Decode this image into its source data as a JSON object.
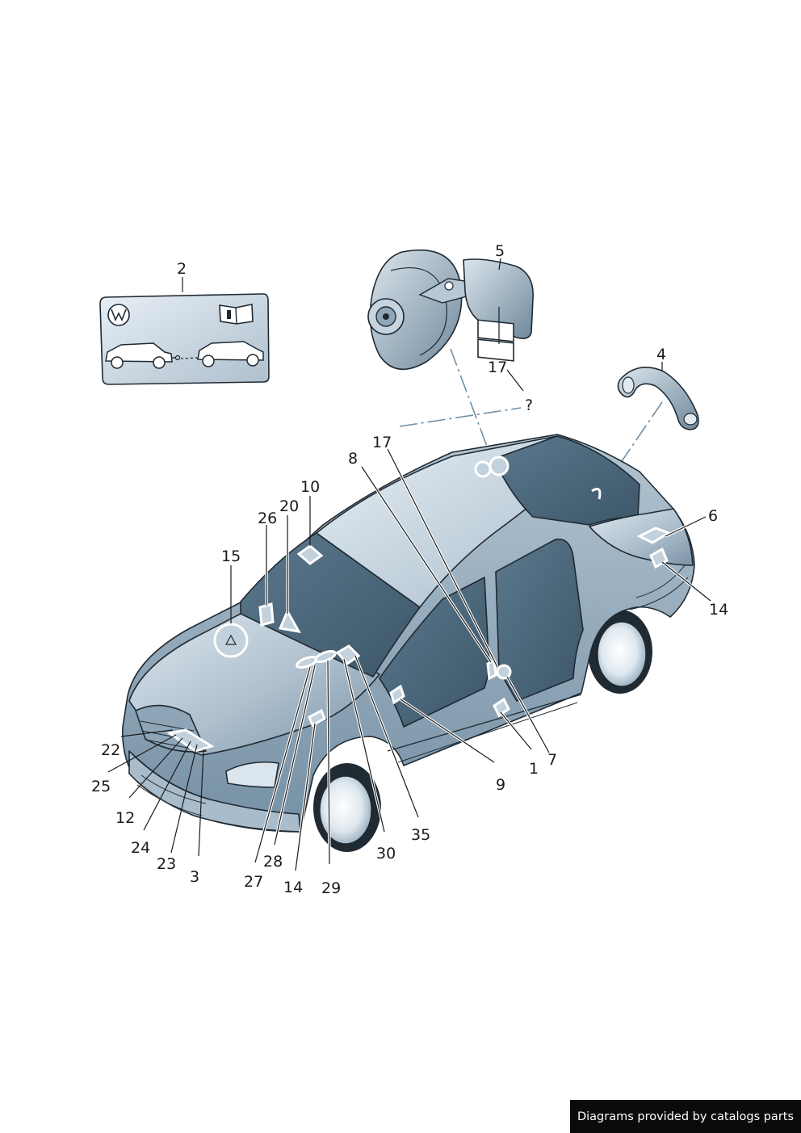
{
  "callouts": {
    "c1": "1",
    "c2": "2",
    "c3": "3",
    "c4": "4",
    "c5": "5",
    "c6": "6",
    "c7": "7",
    "c8": "8",
    "c9": "9",
    "c10": "10",
    "c12": "12",
    "c14a": "14",
    "c14b": "14",
    "c15": "15",
    "c17a": "17",
    "c17b": "17",
    "c20": "20",
    "c22": "22",
    "c23": "23",
    "c24": "24",
    "c25": "25",
    "c26": "26",
    "c27": "27",
    "c28": "28",
    "c29": "29",
    "c30": "30",
    "c35": "35"
  },
  "question_mark": "?",
  "icons": [
    "vw-logo-icon",
    "manual-book-icon",
    "tow-car-icon",
    "towing-car-icon",
    "warning-triangle-icon",
    "fuel-flap-icon",
    "grab-handle-icon"
  ],
  "colors": {
    "body_light": "#c9d7e2",
    "body_mid": "#8fa7b9",
    "body_dark": "#5b7487",
    "glass": "#48657a",
    "outline": "#1f2a33"
  },
  "footer": {
    "text": "Diagrams provided by catalogs parts"
  }
}
